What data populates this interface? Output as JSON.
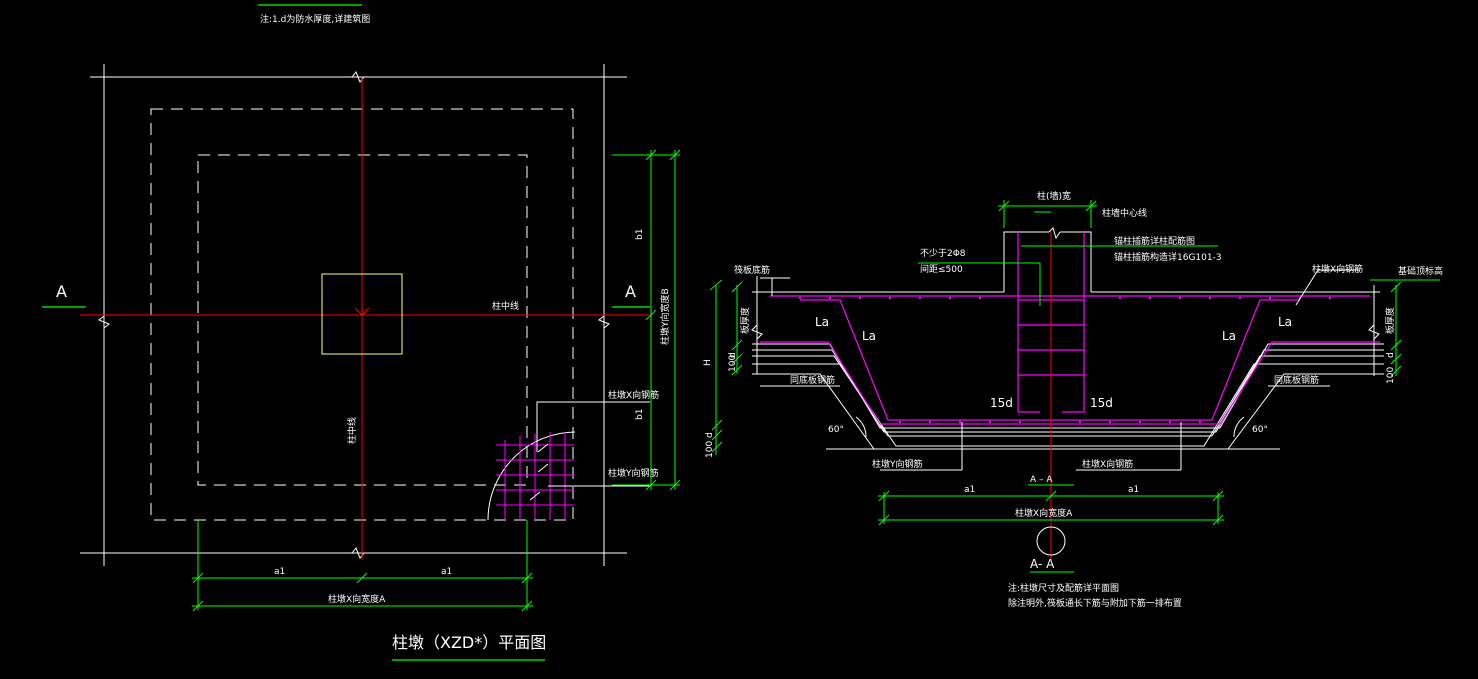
{
  "colors": {
    "background": "#000000",
    "outline": "#ffffff",
    "centerline": "#ff0000",
    "dimension": "#00ff00",
    "rebar": "#ff00ff",
    "column": "#ffff80"
  },
  "plan": {
    "note": "注:1.d为防水厚度,详建筑图",
    "title": "柱墩（XZD*）平面图",
    "section_mark_left": "A",
    "section_mark_right": "A",
    "center_axis_h": "柱中线",
    "center_axis_v": "柱中线",
    "dim_b1_top": "b1",
    "dim_b1_bottom": "b1",
    "dim_b_total": "柱墩Y向宽度B",
    "dim_a1_left": "a1",
    "dim_a1_right": "a1",
    "dim_a_total": "柱墩X向宽度A",
    "leader_x_rebar": "柱墩X向钢筋",
    "leader_y_rebar": "柱墩Y向钢筋"
  },
  "section": {
    "column_width": "柱(墙)宽",
    "column_center": "柱墙中心线",
    "anchor_note_1": "锚柱插筋详柱配筋图",
    "anchor_note_2": "锚柱插筋构造详16G101-3",
    "stirrup_note_1": "不少于2Φ8",
    "stirrup_note_2": "间距≤500",
    "slab_rebar_label": "筏板底筋",
    "x_rebar_top": "柱墩X向钢筋",
    "slab_top_elev": "基础顶标高",
    "slab_thickness": "板厚度",
    "slab_thickness_r": "板厚度",
    "h_label": "H",
    "d_label": "d",
    "d_label_r": "d",
    "d_label_b": "d",
    "dim_100": "100",
    "dim_100_r": "100",
    "dim_100_b": "100",
    "la_1": "La",
    "la_2": "La",
    "la_3": "La",
    "la_4": "La",
    "bend_left": "15d",
    "bend_right": "15d",
    "same_bottom_left": "同底板钢筋",
    "same_bottom_right": "同底板钢筋",
    "angle_left": "60°",
    "angle_right": "60°",
    "y_rebar_bottom": "柱墩Y向钢筋",
    "x_rebar_bottom": "柱墩X向钢筋",
    "dim_a1_left": "a1",
    "dim_a1_right": "a1",
    "dim_a_total": "柱墩X向宽度A",
    "cut_label": "A – A",
    "title": "A- A",
    "note_1": "注:柱墩尺寸及配筋详平面图",
    "note_2": "除注明外,筏板通长下筋与附加下筋一排布置"
  }
}
